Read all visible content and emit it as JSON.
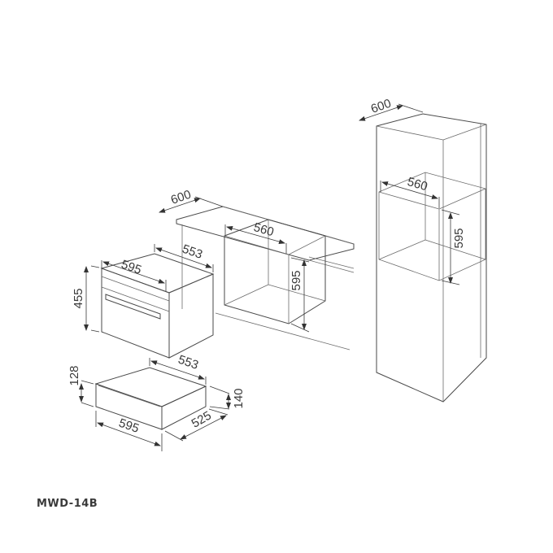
{
  "model": "MWD-14B",
  "colors": {
    "line": "#4a4a4a",
    "text": "#3a3a3a",
    "background": "#ffffff"
  },
  "oven": {
    "width": "595",
    "depth": "553",
    "height": "455"
  },
  "warming_drawer": {
    "width": "595",
    "depth_top": "553",
    "depth_side": "525",
    "height_front": "128",
    "height_side": "140"
  },
  "under_counter_cabinet": {
    "counter_depth": "600",
    "niche_width": "560",
    "niche_height": "595"
  },
  "tall_cabinet": {
    "depth": "600",
    "niche_width": "560",
    "niche_height": "595"
  }
}
